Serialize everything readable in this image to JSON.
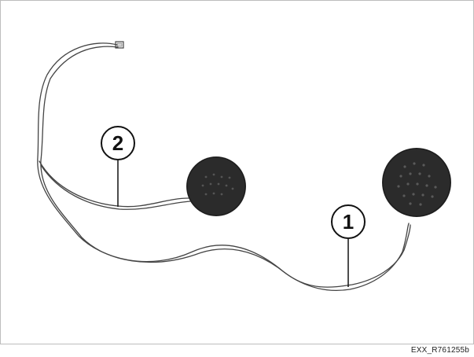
{
  "figure": {
    "callouts": [
      {
        "label": "2"
      },
      {
        "label": "1"
      }
    ],
    "code": "EXX_R761255b"
  },
  "colors": {
    "frame": "#bdbdbd",
    "wire": "#444444",
    "speaker_fill": "#2b2b2b",
    "speaker_holes": "#555555",
    "callout_stroke": "#111111"
  },
  "icons": [
    "connector-plug-icon",
    "speaker-icon"
  ]
}
